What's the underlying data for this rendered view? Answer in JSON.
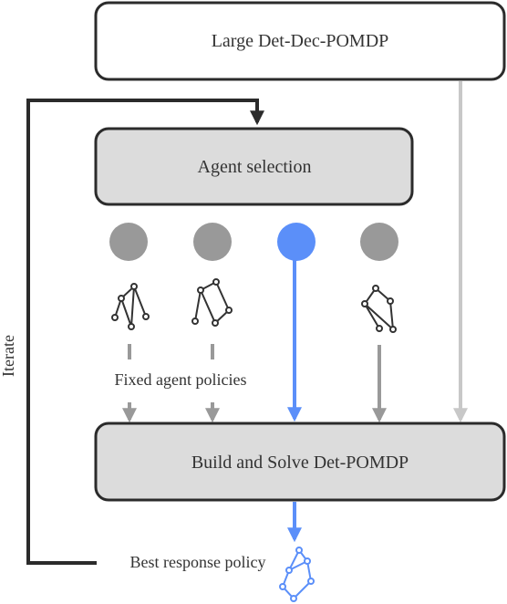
{
  "boxes": {
    "top": "Large Det-Dec-POMDP",
    "selection": "Agent selection",
    "build": "Build and Solve Det-POMDP"
  },
  "labels": {
    "fixed": "Fixed agent policies",
    "best_response": "Best response policy",
    "iterate": "Iterate"
  },
  "agents": [
    {
      "state": "fixed",
      "color": "#999999"
    },
    {
      "state": "fixed",
      "color": "#999999"
    },
    {
      "state": "selected",
      "color": "#5b8ff9"
    },
    {
      "state": "fixed",
      "color": "#999999"
    }
  ],
  "colors": {
    "box_fill": "#dcdcdc",
    "stroke": "#2b2b2b",
    "selected": "#5b8ff9",
    "gray_arrow": "#999999",
    "light_arrow": "#c8c8c8",
    "policy_icon": "#333333"
  },
  "icons": [
    "policy-graph-icon",
    "arrow-icon"
  ]
}
